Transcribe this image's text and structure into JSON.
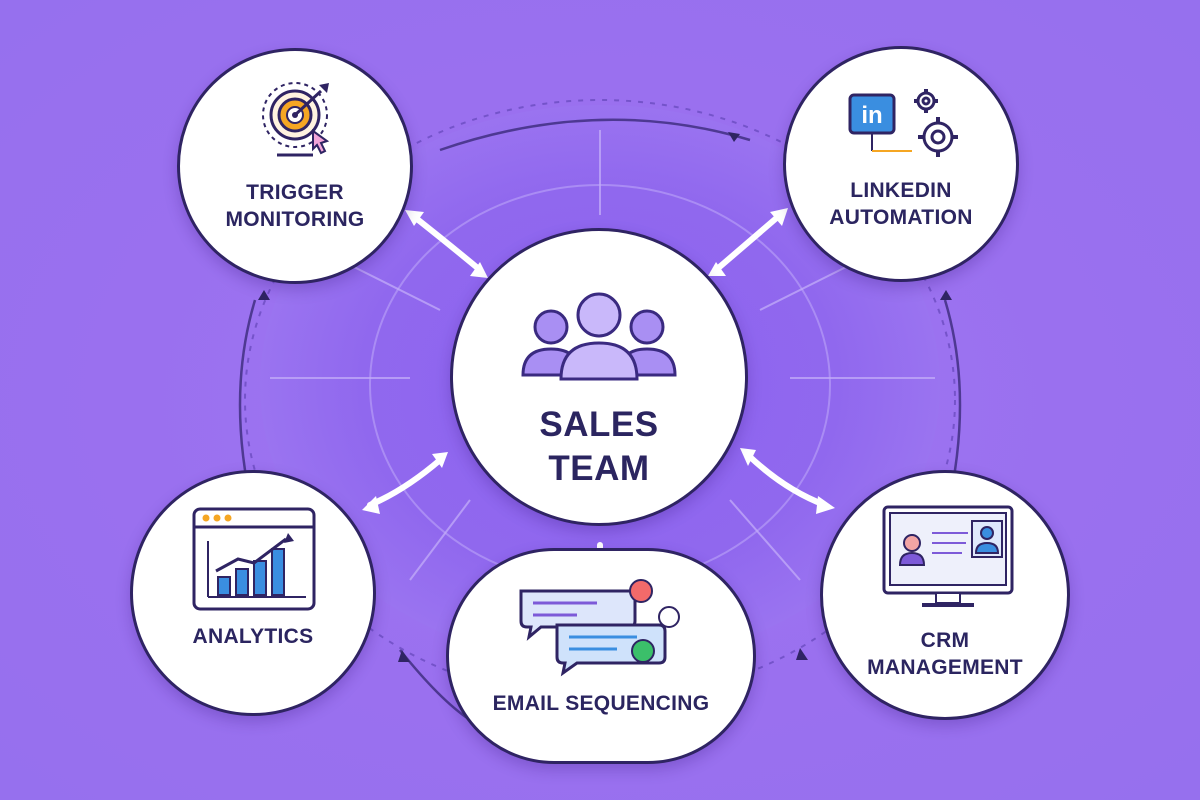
{
  "center": {
    "line1": "SALES",
    "line2": "TEAM",
    "icon": "team-group-icon"
  },
  "nodes": {
    "trigger": {
      "line1": "TRIGGER",
      "line2": "MONITORING",
      "icon": "target-icon"
    },
    "linkedin": {
      "line1": "LINKEDIN",
      "line2": "AUTOMATION",
      "icon": "linkedin-gear-icon",
      "logo_text": "in"
    },
    "analytics": {
      "line1": "ANALYTICS",
      "icon": "bar-chart-icon"
    },
    "email": {
      "line1": "EMAIL SEQUENCING",
      "icon": "chat-bubbles-icon"
    },
    "crm": {
      "line1": "CRM",
      "line2": "MANAGEMENT",
      "icon": "monitor-contacts-icon"
    }
  },
  "colors": {
    "background": "#9a72f0",
    "outline": "#2f2463",
    "accent_purple": "#7d5ad8",
    "accent_orange": "#f5a623",
    "accent_blue": "#3a8ee0",
    "accent_green": "#3bbf6a"
  }
}
